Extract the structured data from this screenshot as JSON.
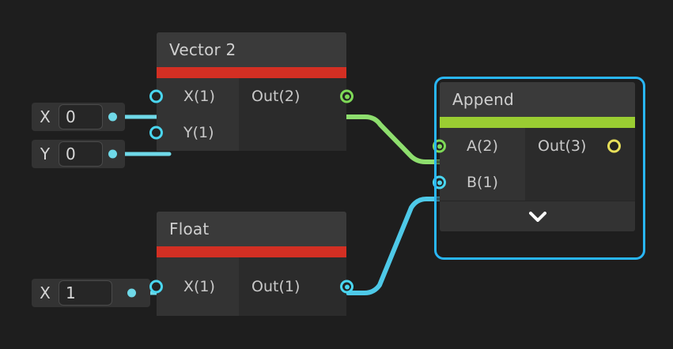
{
  "canvas": {
    "background": "#1e1e1e",
    "title": "shader-node-graph"
  },
  "palette": {
    "node_body": "#2c2c2c",
    "node_header": "#3a3a3a",
    "input_column": "#333333",
    "accent_red": "#d32f23",
    "accent_green": "#9acd32",
    "wire_green": "#8ede6e",
    "wire_cyan": "#4ec9e8",
    "port_cyan": "#4ad6f0",
    "port_green": "#7ed957",
    "port_yellow": "#e8e05a",
    "selection": "#29b6f6",
    "text": "#c9c9c9"
  },
  "widgets": [
    {
      "name": "vector2-x",
      "label": "X",
      "value": "0",
      "placeholder": "0",
      "connector_icon": "port-dot-icon"
    },
    {
      "name": "vector2-y",
      "label": "Y",
      "value": "0",
      "placeholder": "0",
      "connector_icon": "port-dot-icon"
    },
    {
      "name": "float-x",
      "label": "X",
      "value": "1",
      "placeholder": "0",
      "connector_icon": "port-dot-icon"
    }
  ],
  "nodes": [
    {
      "id": "vector2",
      "title": "Vector 2",
      "accent": "#d32f23",
      "selected": false,
      "expandable": false,
      "inputs": [
        {
          "label": "X(1)",
          "port_color": "cyan",
          "connected": false
        },
        {
          "label": "Y(1)",
          "port_color": "cyan",
          "connected": false
        }
      ],
      "outputs": [
        {
          "label": "Out(2)",
          "port_color": "green",
          "connected": true
        }
      ]
    },
    {
      "id": "float",
      "title": "Float",
      "accent": "#d32f23",
      "selected": false,
      "expandable": false,
      "inputs": [
        {
          "label": "X(1)",
          "port_color": "cyan",
          "connected": false
        }
      ],
      "outputs": [
        {
          "label": "Out(1)",
          "port_color": "cyan",
          "connected": true
        }
      ]
    },
    {
      "id": "append",
      "title": "Append",
      "accent": "#9acd32",
      "selected": true,
      "expandable": true,
      "expand_icon": "chevron-down-icon",
      "inputs": [
        {
          "label": "A(2)",
          "port_color": "green",
          "connected": true
        },
        {
          "label": "B(1)",
          "port_color": "cyan",
          "connected": true
        }
      ],
      "outputs": [
        {
          "label": "Out(3)",
          "port_color": "yellow",
          "connected": false
        }
      ]
    }
  ],
  "wires": [
    {
      "name": "wire-vector2-out-to-append-a",
      "from": "vector2.Out(2)",
      "to": "append.A(2)",
      "color": "#8ede6e"
    },
    {
      "name": "wire-float-out-to-append-b",
      "from": "float.Out(1)",
      "to": "append.B(1)",
      "color": "#4ec9e8"
    },
    {
      "name": "wire-widget-vector2-x-to-x",
      "from": "vector2-x.widget",
      "to": "vector2.X(1)",
      "color": "#6fd9e8"
    },
    {
      "name": "wire-widget-vector2-y-to-y",
      "from": "vector2-y.widget",
      "to": "vector2.Y(1)",
      "color": "#6fd9e8"
    },
    {
      "name": "wire-widget-float-x-to-x",
      "from": "float-x.widget",
      "to": "float.X(1)",
      "color": "#6fd9e8"
    }
  ]
}
